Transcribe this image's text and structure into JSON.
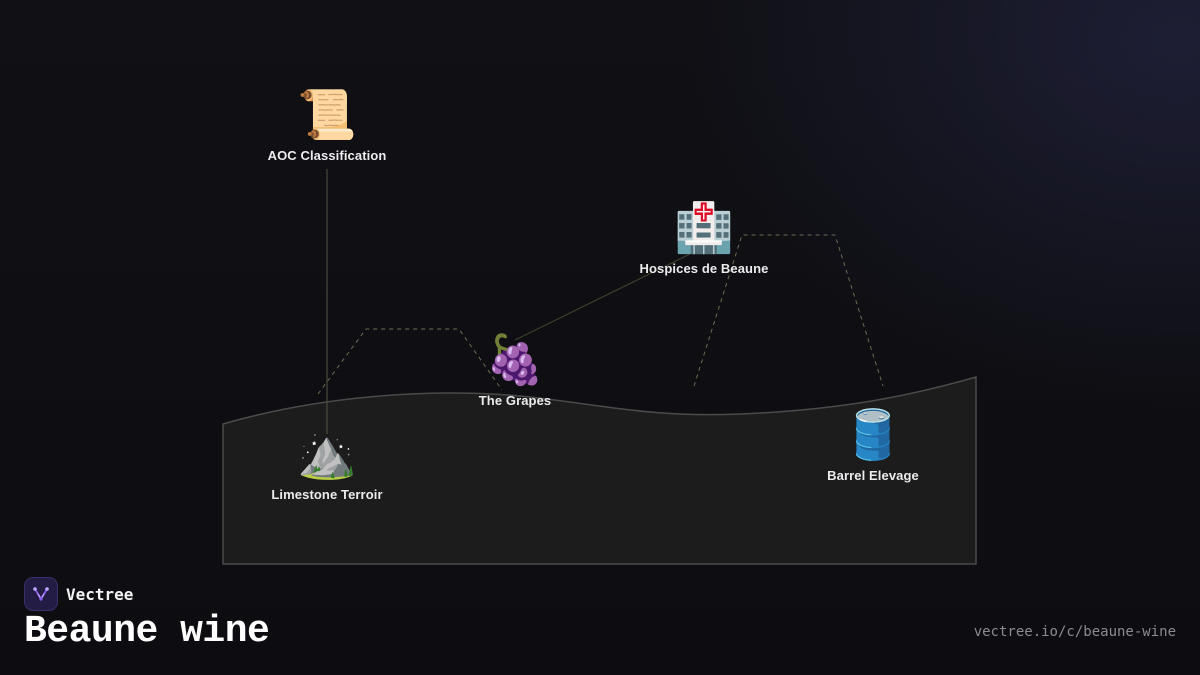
{
  "brand": {
    "name": "Vectree",
    "logo_icon": "vectree-logo-icon",
    "accent": "#8a5cf6"
  },
  "title": "Beaune wine",
  "source_url": "vectree.io/c/beaune-wine",
  "colors": {
    "background": "#0e0e12",
    "hill_fill": "#1c1c1c",
    "hill_stroke": "#4a4a4a",
    "link_line": "#3e3e2e",
    "dashed_line": "#6b6b55"
  },
  "nodes": [
    {
      "id": "aoc",
      "label": "AOC Classification",
      "icon": "scroll-icon",
      "glyph": "📜"
    },
    {
      "id": "hospices",
      "label": "Hospices de Beaune",
      "icon": "hospital-icon",
      "glyph": "🏥"
    },
    {
      "id": "grapes",
      "label": "The Grapes",
      "icon": "grapes-icon",
      "glyph": "🍇"
    },
    {
      "id": "terroir",
      "label": "Limestone Terroir",
      "icon": "mountain-icon",
      "glyph": "⛰️"
    },
    {
      "id": "barrel",
      "label": "Barrel Elevage",
      "icon": "barrel-icon",
      "glyph": "🛢️"
    }
  ]
}
